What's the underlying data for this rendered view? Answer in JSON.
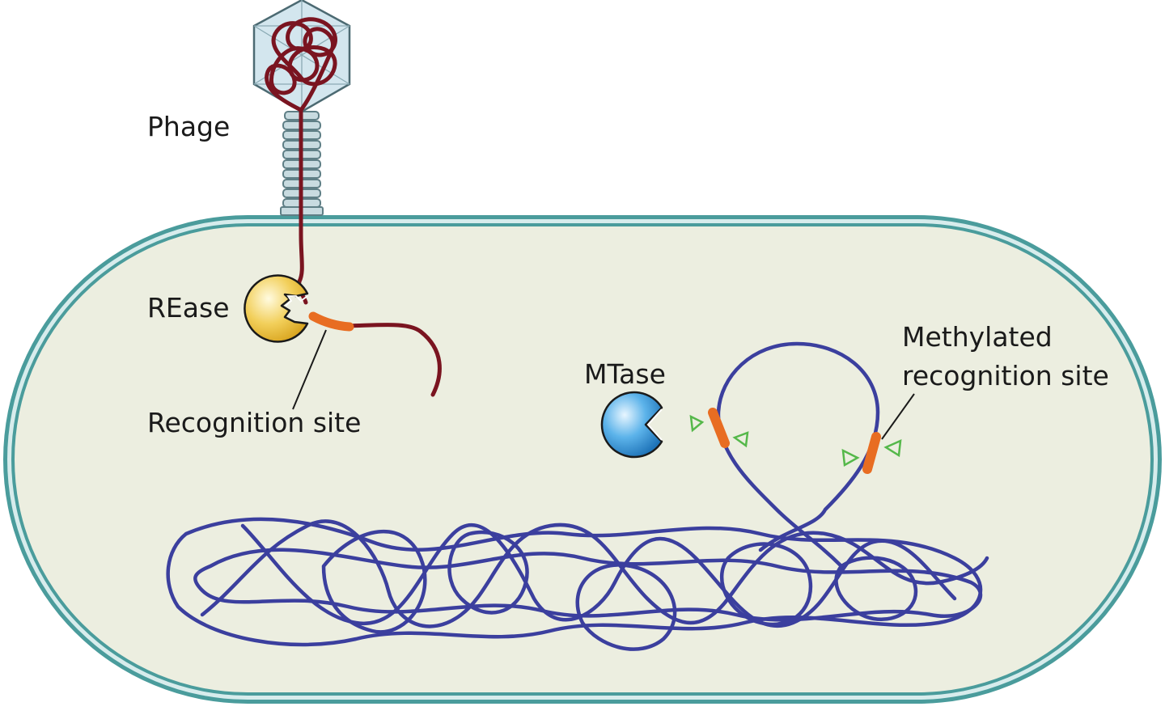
{
  "labels": {
    "phage": "Phage",
    "rease": "REase",
    "recognition_site": "Recognition site",
    "mtase": "MTase",
    "methylated_line1": "Methylated",
    "methylated_line2": "recognition site"
  },
  "colors": {
    "cell_wall": "#4a9c9c",
    "cytoplasm": "#eceee0",
    "phage_dna": "#7a1420",
    "bacterial_dna": "#3b3f9e",
    "recognition_site": "#e86d22",
    "rease_fill": "#f0c84a",
    "mtase_fill": "#3a9ad8",
    "methyl_mark": "#55b84a",
    "capsid_fill": "#cfe3ec",
    "tail": "#c5d8de"
  }
}
